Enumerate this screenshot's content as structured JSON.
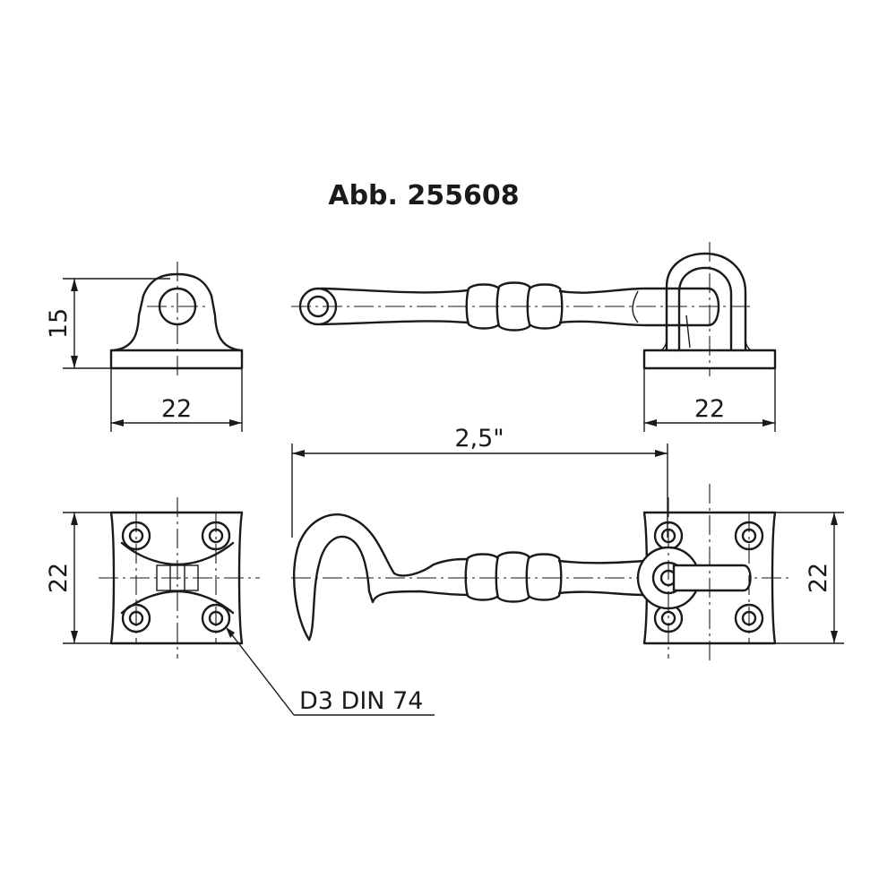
{
  "title": "Abb. 255608",
  "dimensions": {
    "side_width": "22",
    "side_height": "15",
    "hook_length": "2,5\"",
    "eye_width": "22",
    "plate_height_left": "22",
    "plate_height_right": "22"
  },
  "callout": {
    "screw_spec": "D3 DIN 74"
  }
}
